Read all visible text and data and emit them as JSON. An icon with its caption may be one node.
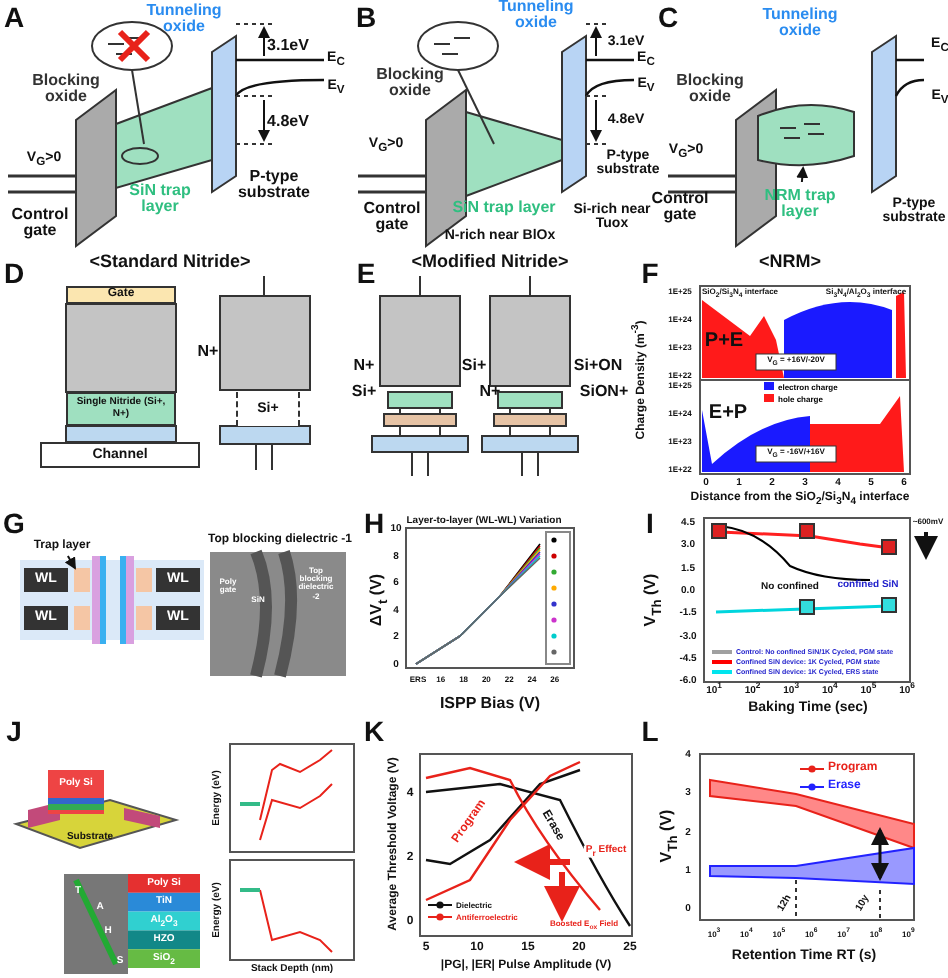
{
  "diagram": {
    "nodes": [
      {
        "text": [
          "Gate"
        ]
      },
      {
        "text": [
          "Single Nitride (Si+, N+)"
        ]
      },
      {
        "text": [
          "Channel"
        ]
      },
      {
        "text": [
          "Si+"
        ]
      },
      {
        "text": [
          "NRM trap layer"
        ]
      },
      {
        "text": [],
        "shape": "box"
      },
      {
        "text": [
          "Trap layer"
        ]
      },
      {
        "text": [],
        "shape": "box"
      },
      {
        "text": [
          "WL"
        ]
      },
      {
        "text": [
          "WL"
        ]
      },
      {
        "text": [
          "WL"
        ]
      },
      {
        "text": [
          "WL"
        ]
      }
    ],
    "edges": [
      {
        "from": 4,
        "to": 5,
        "arrow": "to"
      },
      {
        "from": 6,
        "to": 7,
        "arrow": "to"
      }
    ],
    "labels": [
      "A",
      "Tunneling oxide",
      "3.1eV",
      "E$_{C}$",
      "E$_{V}$",
      "Blocking oxide",
      "4.8eV",
      "V$_{G}$>0",
      "SiN trap layer",
      "P-type substrate",
      "Control gate",
      "B",
      "Tunneling oxide",
      "3.1eV",
      "E$_{C}$",
      "E$_{V}$",
      "Blocking oxide",
      "4.8eV",
      "V$_{G}$>0",
      "Control gate",
      "SiN trap layer",
      "P-type substrate",
      "N-rich near BlOx",
      "Si-rich near Tuox",
      "C",
      "Tunneling oxide",
      "E$_{C}$",
      "E$_{V}$",
      "Blocking oxide",
      "P-type substrate",
      "V$_{G}$>0",
      "Control gate",
      "<Standard Nitride>",
      "<Modified Nitride>",
      "<NRM>",
      "D",
      "N+",
      "E",
      "N+",
      "Si+",
      "Si+",
      "N+",
      "Si+ON",
      "SiON+",
      "F",
      "SiO$_{2}$/Si$_{3}$N$_{4}$ interface",
      "Si$_{3}$N$_{4}$/Al$_{2}$O$_{3}$ interface",
      "P+E",
      "V$_{G}$ = +16V/-20V",
      "E+P",
      "V$_{G}$ = -16V/+16V",
      "Charge Density (m$^{-3}$)",
      "1E+25",
      "1E+24",
      "1E+23",
      "1E+22",
      "1E+25",
      "1E+24",
      "1E+23",
      "1E+22",
      "0",
      "1",
      "2",
      "3",
      "4",
      "5",
      "6",
      "Distance from the SiO$_{2}$/Si$_{3}$N$_{4}$ interface",
      "G",
      "Top blocking dielectric -1",
      "Poly gate",
      "SiN",
      "Top blocking dielectric -2",
      "H",
      "Layer-to-layer (WL-WL) Variation",
      "10",
      "8",
      "6",
      "4",
      "2",
      "0",
      "ERS",
      "16",
      "18",
      "20",
      "22",
      "24",
      "26",
      "ISPP Bias (V)",
      "ΔV$_{t}$ (V)",
      "I",
      "V$_{Th}$ (V)",
      "4.5",
      "3.0",
      "1.5",
      "0.0",
      "-1.5",
      "-3.0",
      "-4.5",
      "-6.0",
      "~600mV",
      "No confined",
      "confined SiN",
      "10$^{1}$",
      "10$^{2}$",
      "10$^{3}$",
      "10$^{4}$",
      "10$^{5}$",
      "10$^{6}$",
      "Baking Time (sec)",
      "J",
      "Poly Si",
      "Substrate",
      "Poly Si",
      "TiN",
      "Al$_{2}$O$_{3}$",
      "HZO",
      "SiO$_{2}$",
      "T",
      "A",
      "H",
      "S",
      "Energy (eV)",
      "Energy (eV)",
      "Stack Depth (nm)",
      "K",
      "Average Threshold Voltage (V)",
      "4",
      "2",
      "0",
      "5",
      "10",
      "15",
      "20",
      "25",
      "|PG|, |ER| Pulse Amplitude (V)",
      "Program",
      "Erase",
      "P$_{r}$ Effect",
      "Boosted E$_{ox}$ Field",
      "L",
      "4",
      "3",
      "2",
      "1",
      "0",
      "10$^{3}$",
      "10$^{4}$",
      "10$^{5}$",
      "10$^{6}$",
      "10$^{7}$",
      "10$^{8}$",
      "10$^{9}$",
      "12h",
      "10y",
      "Retention Time RT (s)",
      "V$_{Th}$ (V)"
    ],
    "legend": [
      {
        "text": "electron charge",
        "color": "#1a1aff"
      },
      {
        "text": "hole charge",
        "color": "#ff1a1a"
      },
      {
        "text": "Control: No confined SiN/1K Cycled, PGM state",
        "color": "#a0a0a0"
      },
      {
        "text": "Confined SiN device: 1K Cycled, PGM state",
        "color": "#ff0000"
      },
      {
        "text": "Confined SiN device: 1K Cycled, ERS state",
        "color": "#00e5ee"
      },
      {
        "text": "Dielectric"
      },
      {
        "text": "Antiferroelectric"
      },
      {
        "text": "Program"
      },
      {
        "text": "Erase"
      }
    ]
  }
}
